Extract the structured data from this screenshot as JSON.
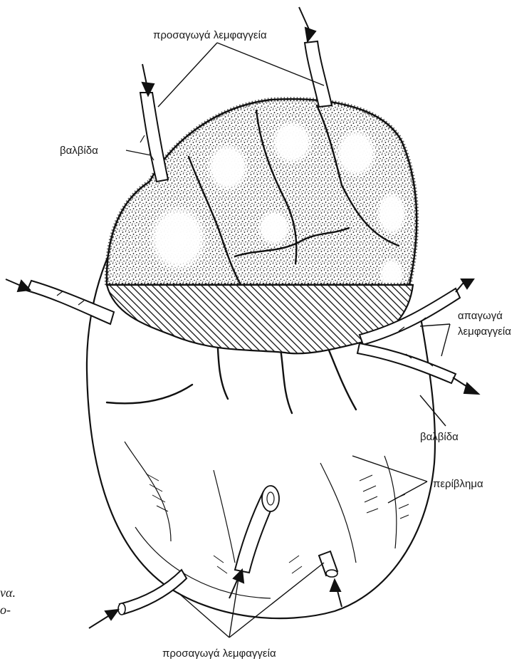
{
  "figure": {
    "labels": {
      "afferent_top": "προσαγωγά λεμφαγγεία",
      "valve_left": "βαλβίδα",
      "efferent_line1": "απαγωγά",
      "efferent_line2": "λεμφαγγεία",
      "valve_right": "βαλβίδα",
      "capsule": "περίβλημα",
      "afferent_bottom": "προσαγωγά λεμφαγγεία"
    },
    "margin_fragments": {
      "line1": "να.",
      "line2": "o-"
    }
  }
}
